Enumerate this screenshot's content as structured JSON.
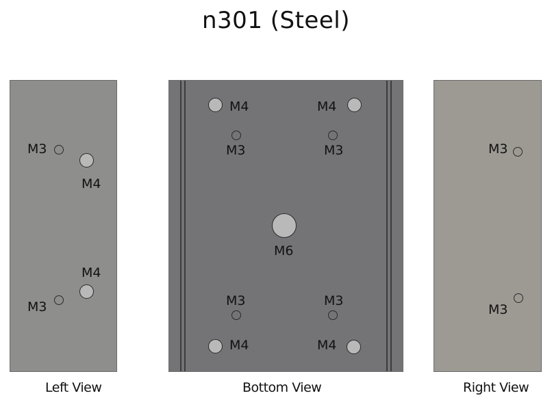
{
  "title": "n301 (Steel)",
  "views": {
    "left": {
      "label": "Left View",
      "hole_labels": [
        "M3",
        "M4",
        "M4",
        "M3"
      ]
    },
    "bottom": {
      "label": "Bottom View",
      "hole_labels": [
        "M4",
        "M4",
        "M3",
        "M3",
        "M6",
        "M3",
        "M3",
        "M4",
        "M4"
      ]
    },
    "right": {
      "label": "Right View",
      "hole_labels": [
        "M3",
        "M3"
      ]
    }
  },
  "colors": {
    "left_face": "#8e8e8c",
    "bottom_face": "#747476",
    "right_face": "#9d9a94",
    "hole_fill": "#b9b9b9"
  }
}
